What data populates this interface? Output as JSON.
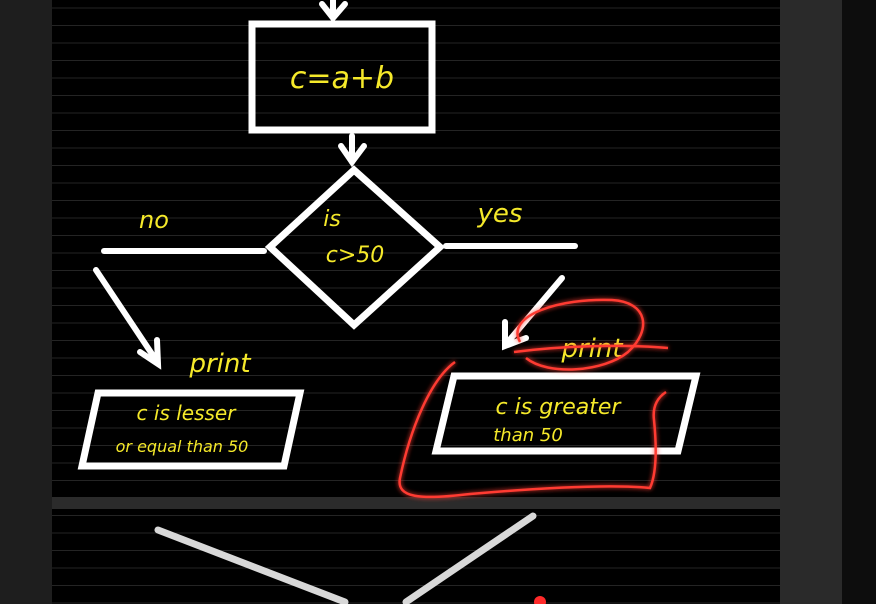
{
  "diagram": {
    "process_label": "c=a+b",
    "decision_line1": "is",
    "decision_line2": "c>50",
    "branch_no": "no",
    "branch_yes": "yes",
    "left_output": {
      "title": "print",
      "line1": "c is lesser",
      "line2": "or equal than 50"
    },
    "right_output": {
      "title": "print",
      "line1": "c is greater",
      "line2": "than 50"
    }
  },
  "colors": {
    "ink": "#ffffff",
    "marker": "#f5e92a",
    "highlight": "#ff3b30",
    "board": "#000000"
  }
}
